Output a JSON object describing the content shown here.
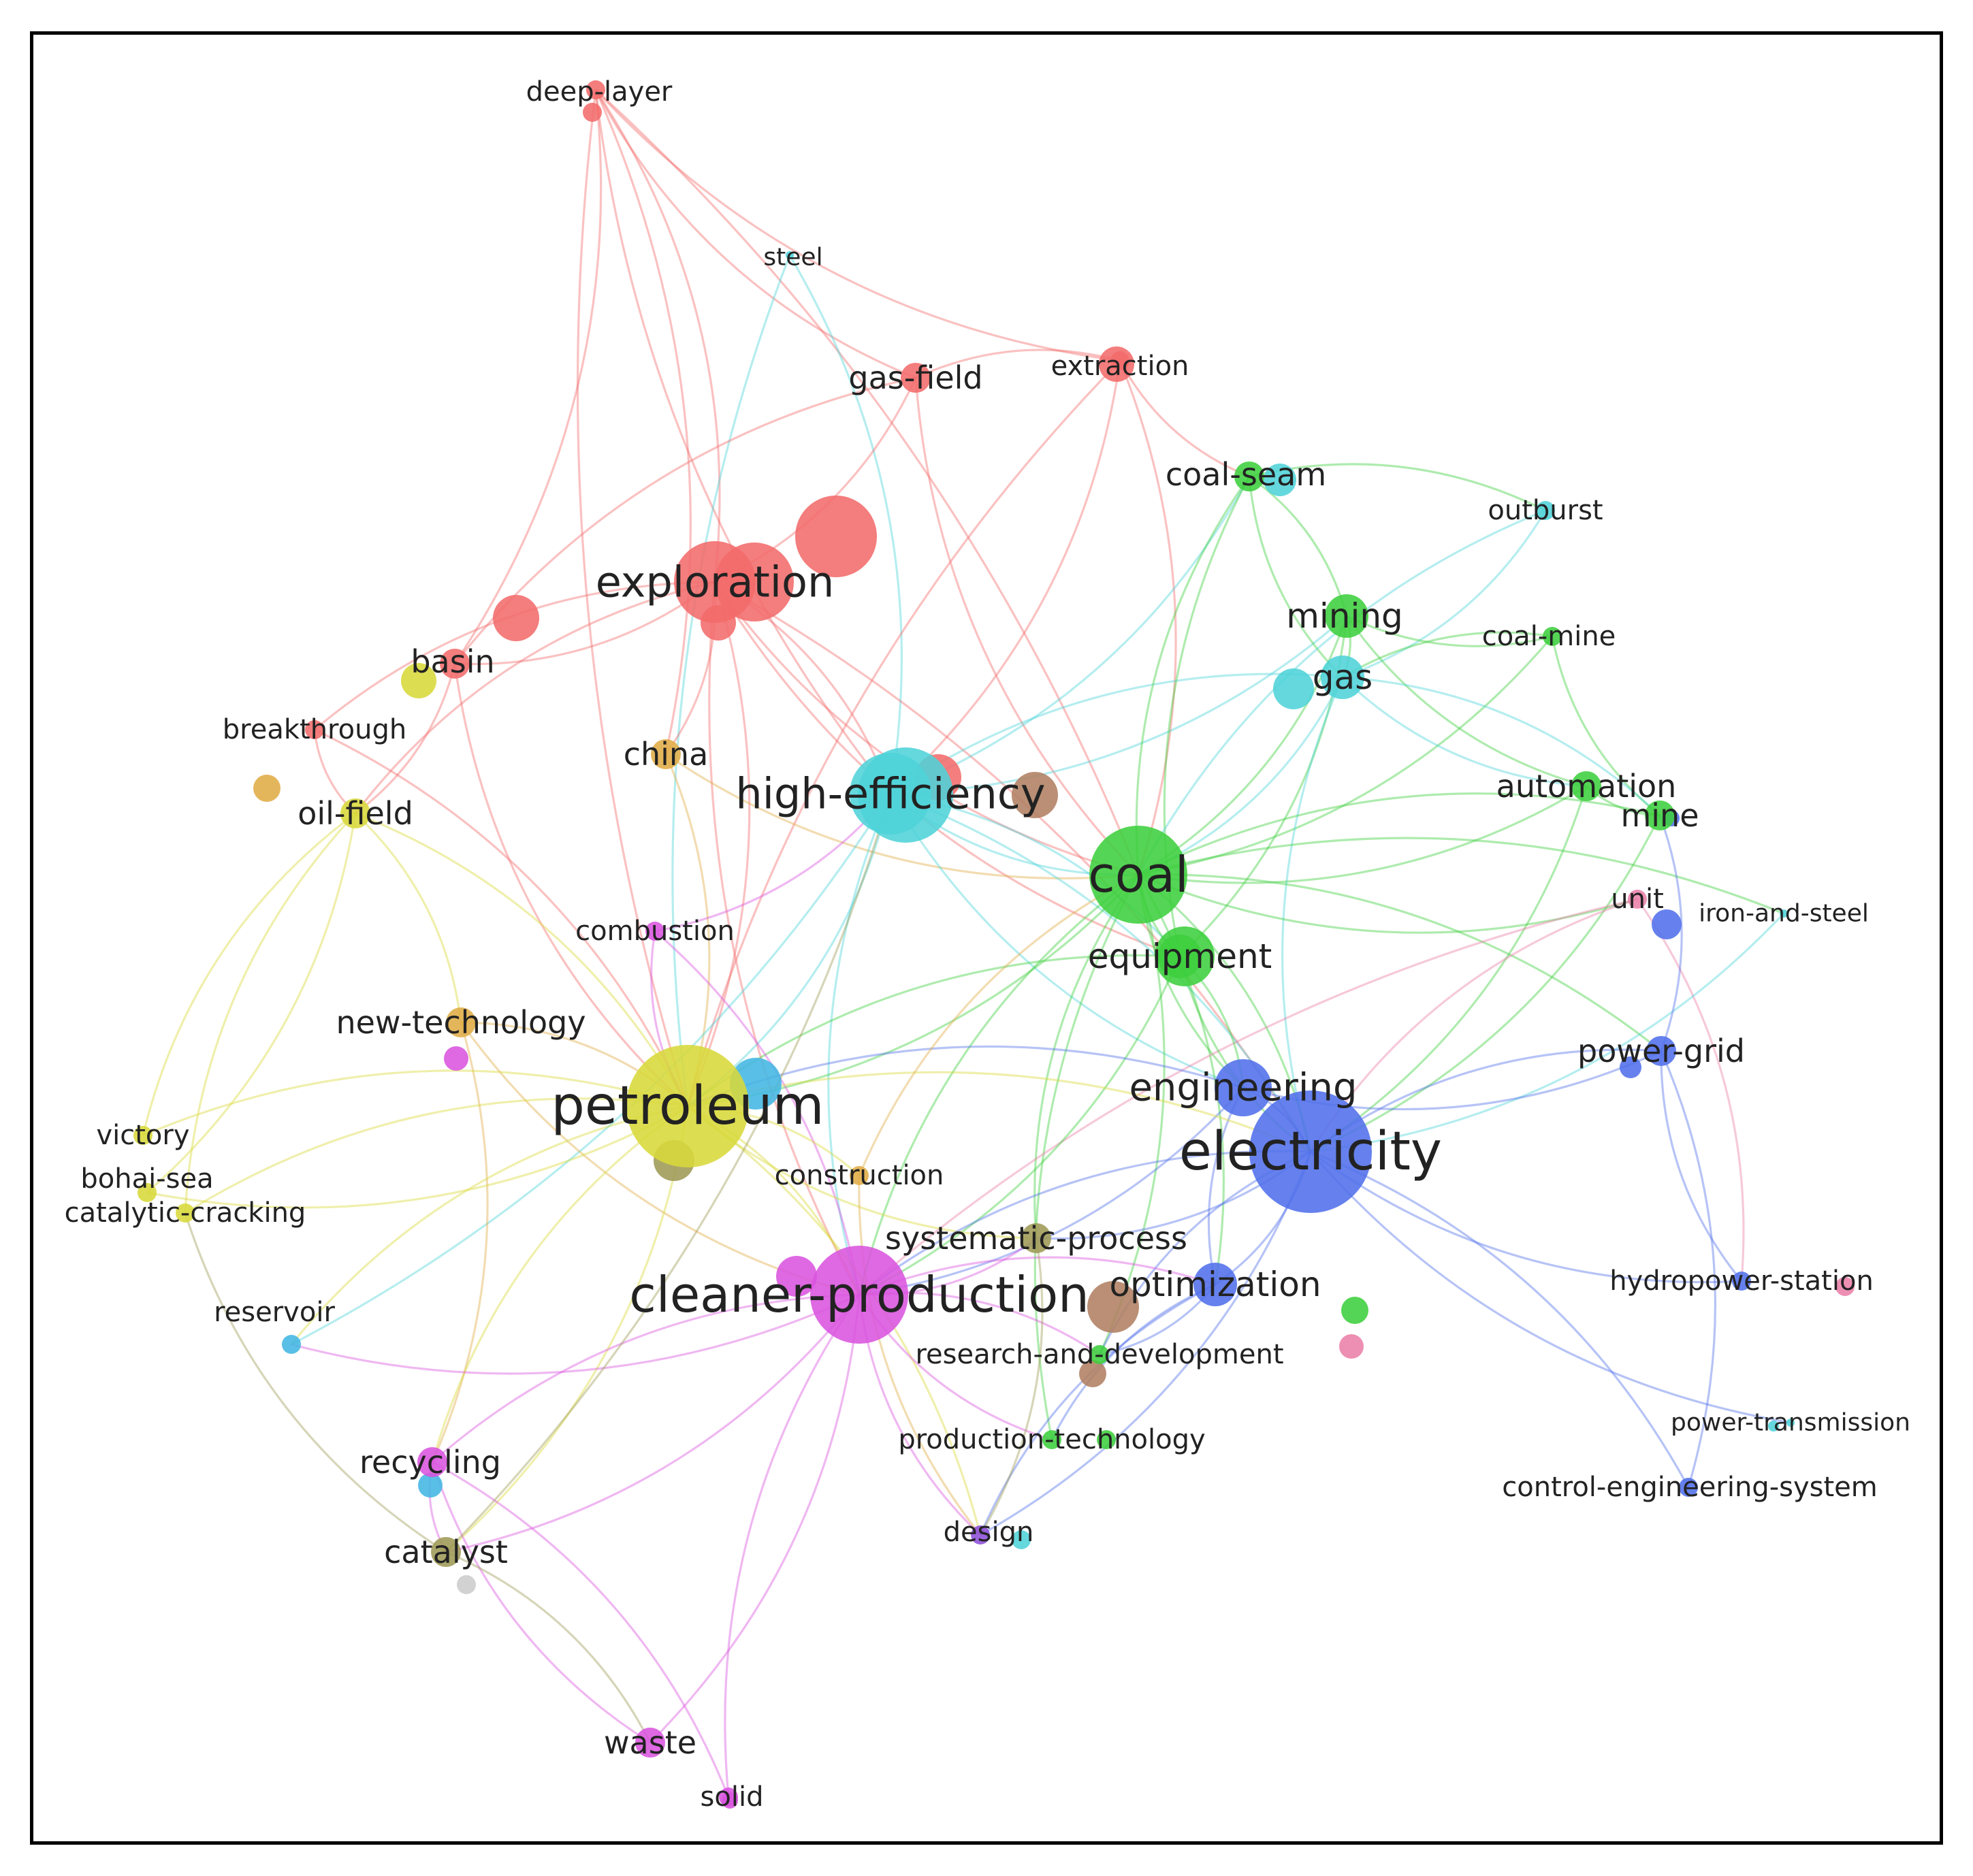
{
  "figure": {
    "type": "keyword co-occurrence network",
    "clusters": {
      "red": "#f26b6b",
      "green": "#3dcf3d",
      "blue": "#5170ea",
      "yellow": "#d8d83a",
      "purple": "#d954de",
      "cyan": "#4fd3d8",
      "orange": "#e0ac45",
      "brown": "#b07f62",
      "olive": "#9e9a55",
      "sky": "#43b6e2",
      "pink": "#ea7fa8",
      "violet": "#8d4fd8",
      "gray": "#cccccc"
    }
  },
  "nodes": [
    {
      "id": "deep-layer",
      "label": "deep-layer",
      "cluster": "red",
      "weight": 1
    },
    {
      "id": "steel",
      "label": "steel",
      "cluster": "cyan",
      "weight": 0
    },
    {
      "id": "gas-field",
      "label": "gas-field",
      "cluster": "red",
      "weight": 2
    },
    {
      "id": "extraction",
      "label": "extraction",
      "cluster": "red",
      "weight": 1
    },
    {
      "id": "exploration",
      "label": "exploration",
      "cluster": "red",
      "weight": 5
    },
    {
      "id": "basin",
      "label": "basin",
      "cluster": "red",
      "weight": 2
    },
    {
      "id": "breakthrough",
      "label": "breakthrough",
      "cluster": "red",
      "weight": 1
    },
    {
      "id": "china",
      "label": "china",
      "cluster": "orange",
      "weight": 2
    },
    {
      "id": "oil-field",
      "label": "oil-field",
      "cluster": "yellow",
      "weight": 2
    },
    {
      "id": "high-efficiency",
      "label": "high-efficiency",
      "cluster": "cyan",
      "weight": 5
    },
    {
      "id": "coal-seam",
      "label": "coal-seam",
      "cluster": "green",
      "weight": 2
    },
    {
      "id": "outburst",
      "label": "outburst",
      "cluster": "cyan",
      "weight": 1
    },
    {
      "id": "mining",
      "label": "mining",
      "cluster": "green",
      "weight": 3
    },
    {
      "id": "coal-mine",
      "label": "coal-mine",
      "cluster": "green",
      "weight": 1
    },
    {
      "id": "gas",
      "label": "gas",
      "cluster": "cyan",
      "weight": 3
    },
    {
      "id": "automation",
      "label": "automation",
      "cluster": "green",
      "weight": 2
    },
    {
      "id": "mine",
      "label": "mine",
      "cluster": "green",
      "weight": 2
    },
    {
      "id": "coal",
      "label": "coal",
      "cluster": "green",
      "weight": 6
    },
    {
      "id": "unit",
      "label": "unit",
      "cluster": "pink",
      "weight": 1
    },
    {
      "id": "iron-and-steel",
      "label": "iron-and-steel",
      "cluster": "cyan",
      "weight": 0
    },
    {
      "id": "equipment",
      "label": "equipment",
      "cluster": "green",
      "weight": 3
    },
    {
      "id": "combustion",
      "label": "combustion",
      "cluster": "purple",
      "weight": 1
    },
    {
      "id": "new-technology",
      "label": "new-technology",
      "cluster": "orange",
      "weight": 2
    },
    {
      "id": "power-grid",
      "label": "power-grid",
      "cluster": "blue",
      "weight": 2
    },
    {
      "id": "engineering",
      "label": "engineering",
      "cluster": "blue",
      "weight": 4
    },
    {
      "id": "petroleum",
      "label": "petroleum",
      "cluster": "yellow",
      "weight": 7
    },
    {
      "id": "electricity",
      "label": "electricity",
      "cluster": "blue",
      "weight": 7
    },
    {
      "id": "victory",
      "label": "victory",
      "cluster": "yellow",
      "weight": 1
    },
    {
      "id": "bohai-sea",
      "label": "bohai-sea",
      "cluster": "yellow",
      "weight": 1
    },
    {
      "id": "catalytic-cracking",
      "label": "catalytic-cracking",
      "cluster": "yellow",
      "weight": 1
    },
    {
      "id": "construction",
      "label": "construction",
      "cluster": "orange",
      "weight": 1
    },
    {
      "id": "systematic-process",
      "label": "systematic-process",
      "cluster": "olive",
      "weight": 2
    },
    {
      "id": "cleaner-production",
      "label": "cleaner-production",
      "cluster": "purple",
      "weight": 6
    },
    {
      "id": "optimization",
      "label": "optimization",
      "cluster": "blue",
      "weight": 3
    },
    {
      "id": "hydropower-station",
      "label": "hydropower-station",
      "cluster": "blue",
      "weight": 1
    },
    {
      "id": "reservoir",
      "label": "reservoir",
      "cluster": "sky",
      "weight": 1
    },
    {
      "id": "research-and-development",
      "label": "research-and-development",
      "cluster": "green",
      "weight": 1
    },
    {
      "id": "power-transmission",
      "label": "power-transmission",
      "cluster": "cyan",
      "weight": 0
    },
    {
      "id": "production-technology",
      "label": "production-technology",
      "cluster": "green",
      "weight": 1
    },
    {
      "id": "control-engineering-system",
      "label": "control-engineering-system",
      "cluster": "blue",
      "weight": 1
    },
    {
      "id": "recycling",
      "label": "recycling",
      "cluster": "purple",
      "weight": 2
    },
    {
      "id": "design",
      "label": "design",
      "cluster": "violet",
      "weight": 1
    },
    {
      "id": "catalyst",
      "label": "catalyst",
      "cluster": "olive",
      "weight": 2
    },
    {
      "id": "waste",
      "label": "waste",
      "cluster": "purple",
      "weight": 2
    },
    {
      "id": "solid",
      "label": "solid",
      "cluster": "purple",
      "weight": 1
    }
  ]
}
